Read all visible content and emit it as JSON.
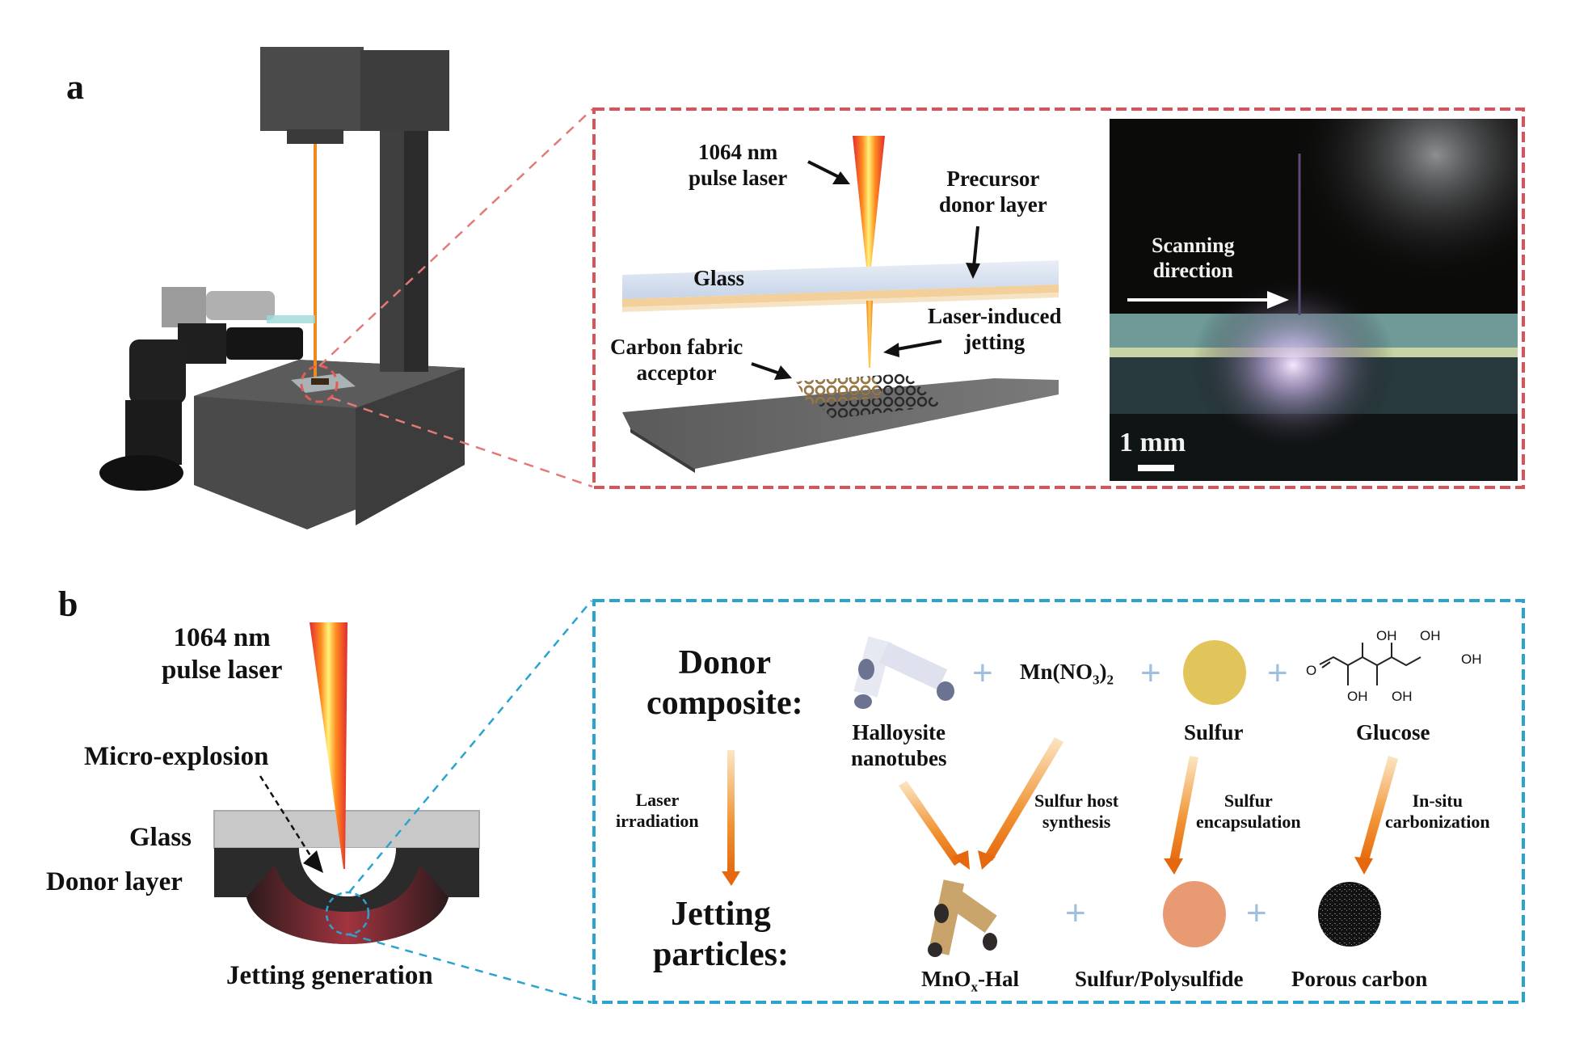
{
  "panel_a": {
    "letter": "a",
    "schematic": {
      "laser_label_line1": "1064 nm",
      "laser_label_line2": "pulse laser",
      "precursor_line1": "Precursor",
      "precursor_line2": "donor layer",
      "glass": "Glass",
      "jetting_line1": "Laser-induced",
      "jetting_line2": "jetting",
      "acceptor_line1": "Carbon fabric",
      "acceptor_line2": "acceptor"
    },
    "photo": {
      "scan_line1": "Scanning",
      "scan_line2": "direction",
      "scale_bar": "1 mm"
    }
  },
  "panel_b": {
    "letter": "b",
    "left": {
      "laser_line1": "1064 nm",
      "laser_line2": "pulse laser",
      "micro_explosion": "Micro-explosion",
      "glass": "Glass",
      "donor_layer": "Donor layer",
      "jetting_generation": "Jetting generation"
    },
    "right": {
      "donor_line1": "Donor",
      "donor_line2": "composite:",
      "jetting_line1": "Jetting",
      "jetting_line2": "particles:",
      "laser_irr_line1": "Laser",
      "laser_irr_line2": "irradiation",
      "donors": [
        {
          "line1": "Halloysite",
          "line2": "nanotubes"
        },
        {
          "formula_main": "Mn(NO",
          "formula_sub1": "3",
          "formula_close": ")",
          "formula_sub2": "2"
        },
        {
          "line1": "Sulfur"
        },
        {
          "line1": "Glucose",
          "oh": [
            "OH",
            "OH",
            "OH",
            "OH",
            "OH"
          ],
          "o": "O"
        }
      ],
      "processes": [
        {
          "line1": "Sulfur host",
          "line2": "synthesis"
        },
        {
          "line1": "Sulfur",
          "line2": "encapsulation"
        },
        {
          "line1": "In-situ",
          "line2": "carbonization"
        }
      ],
      "products": [
        {
          "main": "MnO",
          "sub": "x",
          "rest": "-Hal"
        },
        {
          "main": "Sulfur/Polysulfide"
        },
        {
          "main": "Porous carbon"
        }
      ],
      "plus": "+"
    }
  },
  "colors": {
    "red_frame": "#d9535a",
    "blue_frame": "#2aa3cf",
    "plus": "#9ec0de",
    "sulfur": "#e2c55a",
    "polysulfide": "#e89a73",
    "carbon": "#141414",
    "laser_red": "#e8262b",
    "laser_yellow": "#ffe94a",
    "arrow_orange": "#ef7d12"
  }
}
